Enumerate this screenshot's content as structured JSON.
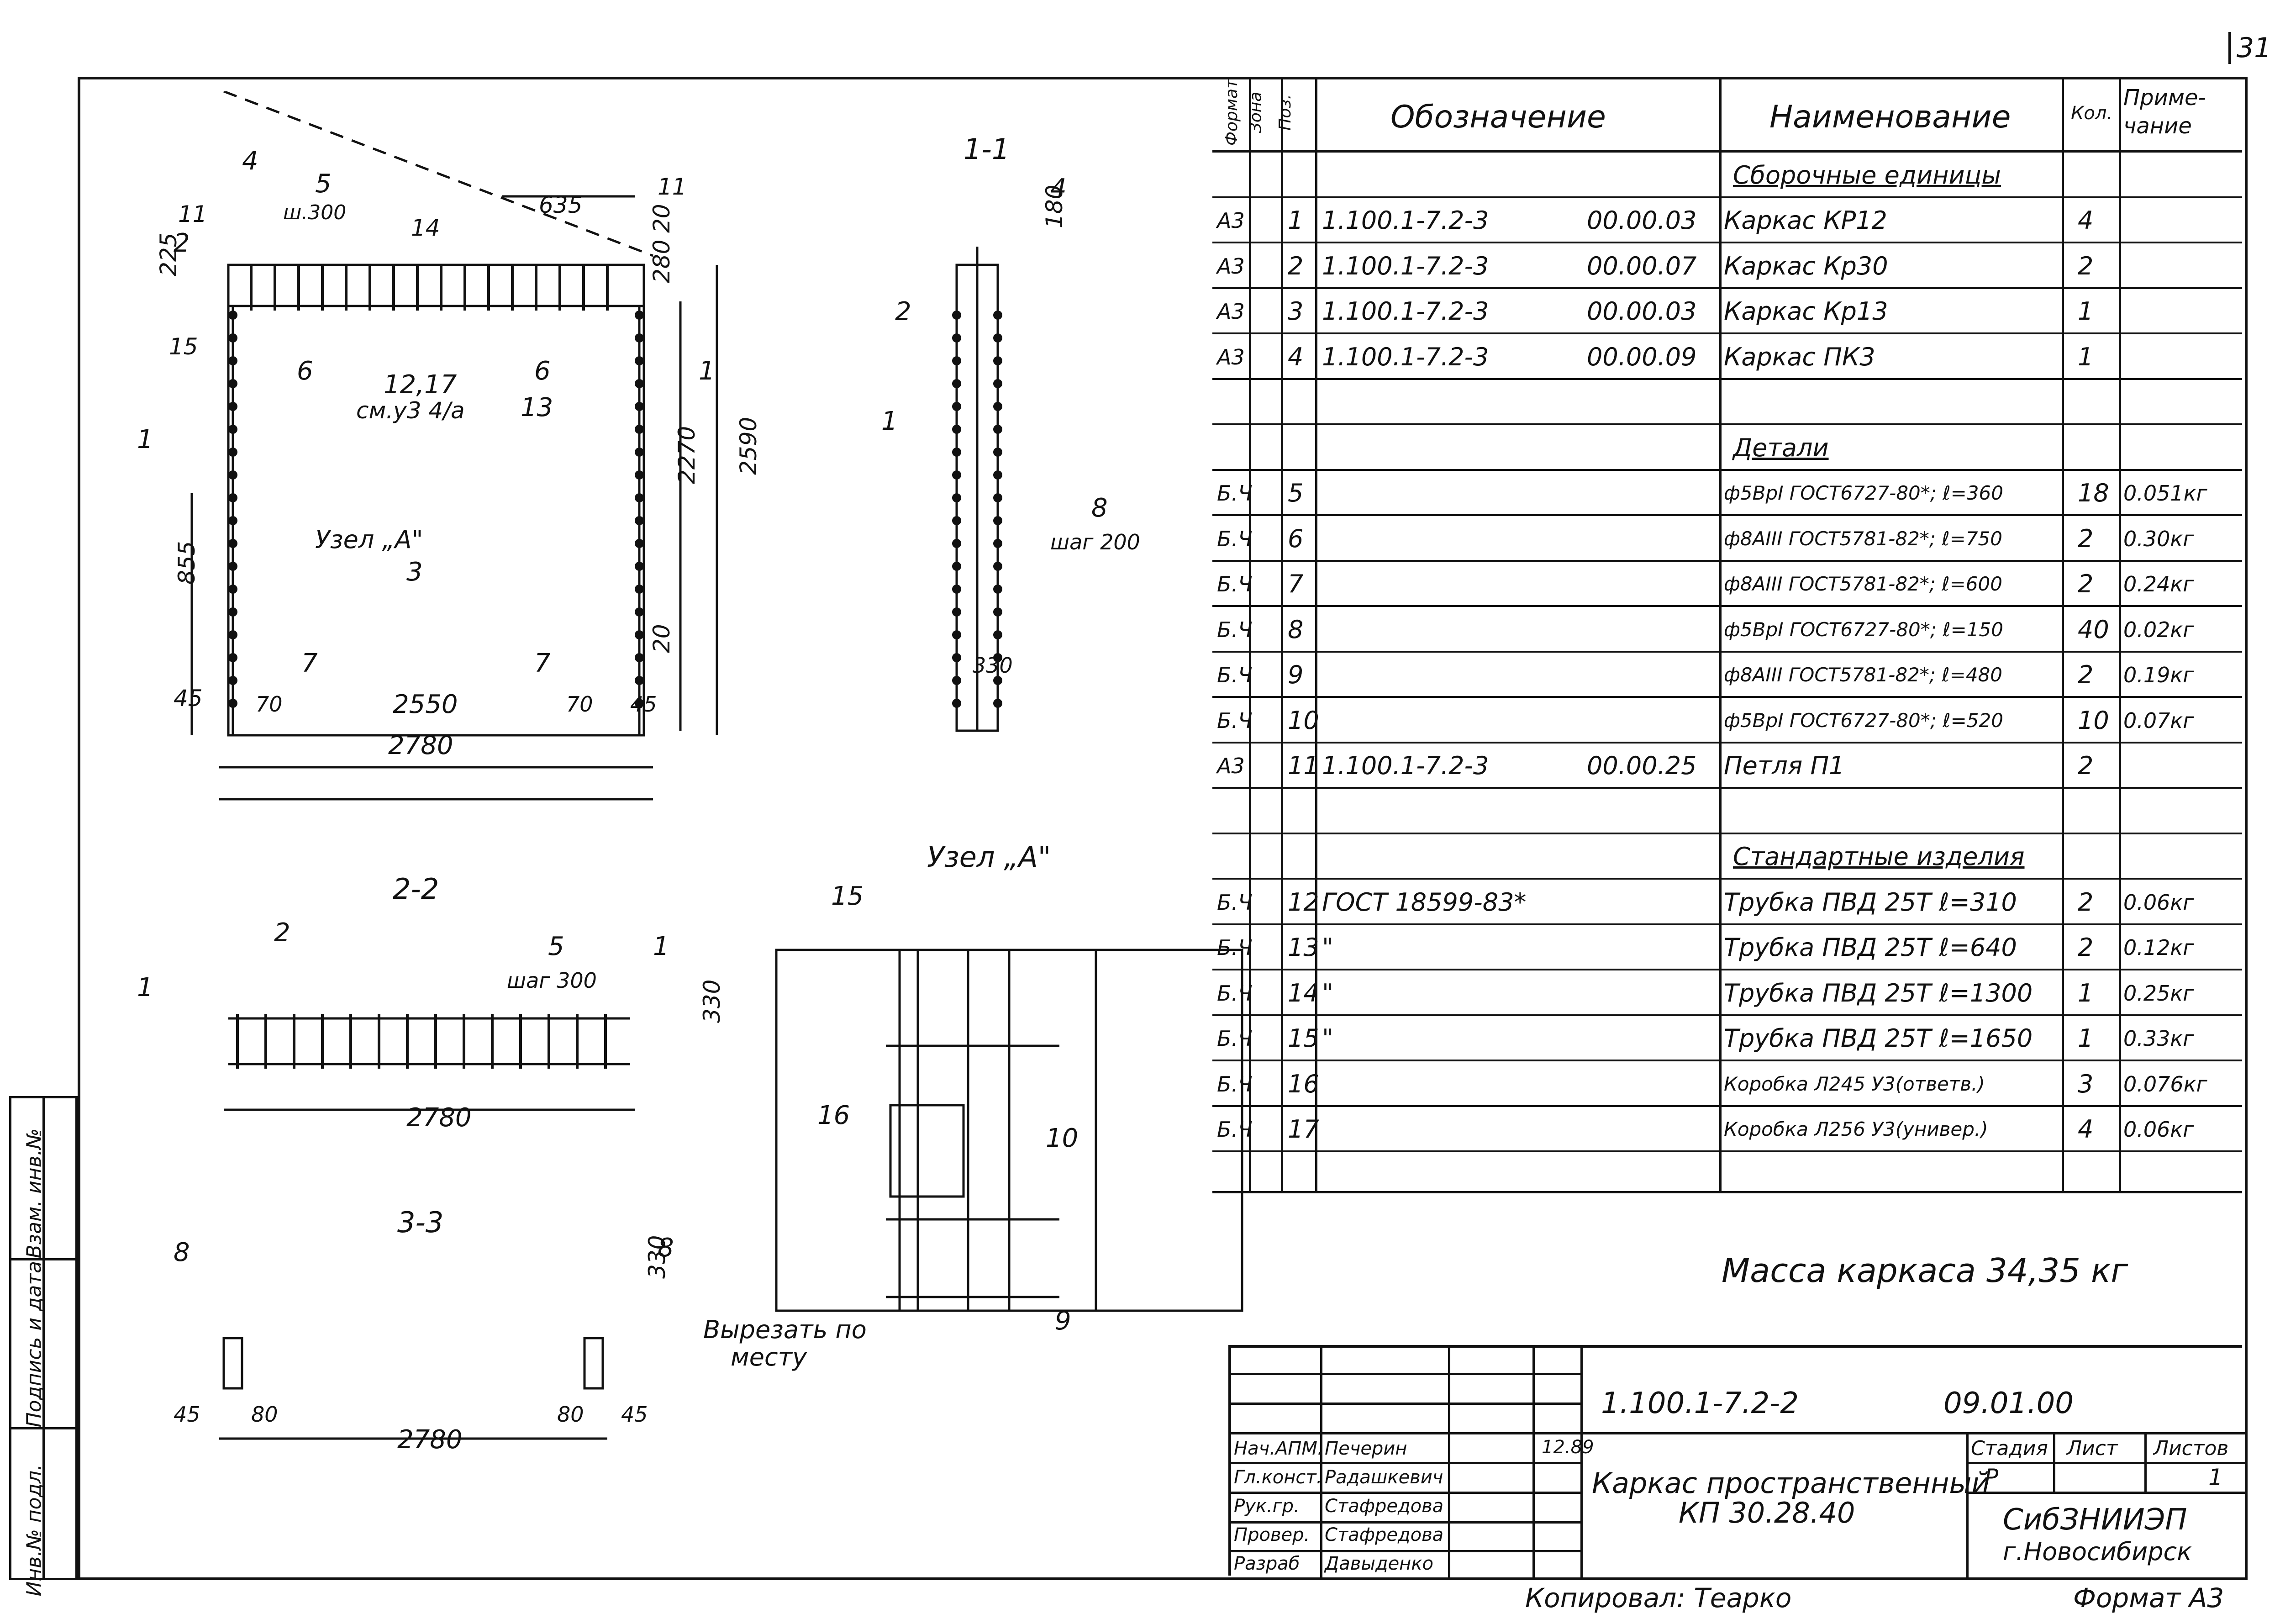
{
  "page_number": "31",
  "spec_headers": {
    "format": "Формат",
    "zone": "Зона",
    "pos": "Поз.",
    "designation": "Обозначение",
    "name": "Наименование",
    "qty": "Кол.",
    "note": "Приме-чание"
  },
  "spec_rows": [
    {
      "f": "",
      "z": "",
      "p": "",
      "d1": "",
      "d2": "",
      "name": "Сборочные единицы",
      "q": "",
      "n": ""
    },
    {
      "f": "А3",
      "z": "",
      "p": "1",
      "d1": "1.100.1-7.2-3",
      "d2": "00.00.03",
      "name": "Каркас КР12",
      "q": "4",
      "n": ""
    },
    {
      "f": "А3",
      "z": "",
      "p": "2",
      "d1": "1.100.1-7.2-3",
      "d2": "00.00.07",
      "name": "Каркас Кр30",
      "q": "2",
      "n": ""
    },
    {
      "f": "А3",
      "z": "",
      "p": "3",
      "d1": "1.100.1-7.2-3",
      "d2": "00.00.03",
      "name": "Каркас Кр13",
      "q": "1",
      "n": ""
    },
    {
      "f": "А3",
      "z": "",
      "p": "4",
      "d1": "1.100.1-7.2-3",
      "d2": "00.00.09",
      "name": "Каркас ПК3",
      "q": "1",
      "n": ""
    },
    {
      "f": "",
      "z": "",
      "p": "",
      "d1": "",
      "d2": "",
      "name": "",
      "q": "",
      "n": ""
    },
    {
      "f": "",
      "z": "",
      "p": "",
      "d1": "",
      "d2": "",
      "name": "Детали",
      "q": "",
      "n": ""
    },
    {
      "f": "Б.Ч",
      "z": "",
      "p": "5",
      "d1": "",
      "d2": "",
      "name": "ф5ВрI ГОСТ6727-80*; ℓ=360",
      "q": "18",
      "n": "0.051кг"
    },
    {
      "f": "Б.Ч",
      "z": "",
      "p": "6",
      "d1": "",
      "d2": "",
      "name": "ф8АIII ГОСТ5781-82*; ℓ=750",
      "q": "2",
      "n": "0.30кг"
    },
    {
      "f": "Б.Ч",
      "z": "",
      "p": "7",
      "d1": "",
      "d2": "",
      "name": "ф8АIII ГОСТ5781-82*; ℓ=600",
      "q": "2",
      "n": "0.24кг"
    },
    {
      "f": "Б.Ч",
      "z": "",
      "p": "8",
      "d1": "",
      "d2": "",
      "name": "ф5ВрI ГОСТ6727-80*; ℓ=150",
      "q": "40",
      "n": "0.02кг"
    },
    {
      "f": "Б.Ч",
      "z": "",
      "p": "9",
      "d1": "",
      "d2": "",
      "name": "ф8АIII ГОСТ5781-82*; ℓ=480",
      "q": "2",
      "n": "0.19кг"
    },
    {
      "f": "Б.Ч",
      "z": "",
      "p": "10",
      "d1": "",
      "d2": "",
      "name": "ф5ВрI ГОСТ6727-80*; ℓ=520",
      "q": "10",
      "n": "0.07кг"
    },
    {
      "f": "А3",
      "z": "",
      "p": "11",
      "d1": "1.100.1-7.2-3",
      "d2": "00.00.25",
      "name": "Петля П1",
      "q": "2",
      "n": ""
    },
    {
      "f": "",
      "z": "",
      "p": "",
      "d1": "",
      "d2": "",
      "name": "",
      "q": "",
      "n": ""
    },
    {
      "f": "",
      "z": "",
      "p": "",
      "d1": "",
      "d2": "",
      "name": "Стандартные изделия",
      "q": "",
      "n": ""
    },
    {
      "f": "Б.Ч",
      "z": "",
      "p": "12",
      "d1": "ГОСТ 18599-83*",
      "d2": "",
      "name": "Трубка ПВД 25Т ℓ=310",
      "q": "2",
      "n": "0.06кг"
    },
    {
      "f": "Б.Ч",
      "z": "",
      "p": "13",
      "d1": "\"",
      "d2": "",
      "name": "Трубка ПВД 25Т ℓ=640",
      "q": "2",
      "n": "0.12кг"
    },
    {
      "f": "Б.Ч",
      "z": "",
      "p": "14",
      "d1": "\"",
      "d2": "",
      "name": "Трубка ПВД 25Т ℓ=1300",
      "q": "1",
      "n": "0.25кг"
    },
    {
      "f": "Б.Ч",
      "z": "",
      "p": "15",
      "d1": "\"",
      "d2": "",
      "name": "Трубка ПВД 25Т ℓ=1650",
      "q": "1",
      "n": "0.33кг"
    },
    {
      "f": "Б.Ч",
      "z": "",
      "p": "16",
      "d1": "",
      "d2": "",
      "name": "Коробка Л245 У3(ответв.)",
      "q": "3",
      "n": "0.076кг"
    },
    {
      "f": "Б.Ч",
      "z": "",
      "p": "17",
      "d1": "",
      "d2": "",
      "name": "Коробка Л256 У3(универ.)",
      "q": "4",
      "n": "0.06кг"
    }
  ],
  "mass_text": "Масса каркаса 34,35 кг",
  "title_block": {
    "doc_code": "1.100.1-7.2-2",
    "doc_code_suffix": "09.01.00",
    "title_line1": "Каркас пространственный",
    "title_line2": "КП 30.28.40",
    "stage_label": "Стадия",
    "sheet_label": "Лист",
    "sheets_label": "Листов",
    "stage": "Р",
    "sheet": "",
    "sheets": "1",
    "org1": "СибЗНИИЭП",
    "org2": "г.Новосибирск",
    "date": "12.89",
    "roles": [
      {
        "role": "Нач.АПМ.",
        "name": "Печерин"
      },
      {
        "role": "Гл.конст.",
        "name": "Радашкевич"
      },
      {
        "role": "Рук.гр.",
        "name": "Стафредова"
      },
      {
        "role": "Провер.",
        "name": "Стафредова"
      },
      {
        "role": "Разраб",
        "name": "Давыденко"
      }
    ]
  },
  "footer": {
    "copied": "Копировал: Теарко",
    "format": "Формат А3"
  },
  "side_stamp": [
    "Инв.№ подл.",
    "Подпись и дата",
    "Взам. инв.№"
  ],
  "drawing_labels": {
    "sec11": "1-1",
    "sec22": "2-2",
    "sec33": "3-3",
    "node": "Узел „А\"",
    "node_a": "Узел „А\"",
    "cut_note1": "Вырезать по",
    "cut_note2": "месту",
    "see_note": "см.у3 4/а",
    "step300": "шаг 300",
    "sh300": "ш.300",
    "step200": "шаг 200",
    "d2780": "2780",
    "d2550": "2550",
    "d2590": "2590",
    "d2270": "2270",
    "d855": "855",
    "d635": "635",
    "d330": "330",
    "d225": "225",
    "d180": "180",
    "d280": "280",
    "d20": "20",
    "d45": "45",
    "d70": "70",
    "d80": "80",
    "n1": "1",
    "n2": "2",
    "n3": "3",
    "n4": "4",
    "n5": "5",
    "n6": "6",
    "n7": "7",
    "n8": "8",
    "n9": "9",
    "n10": "10",
    "n11": "11",
    "n12_17": "12,17",
    "n13": "13",
    "n14": "14",
    "n15": "15",
    "n16": "16"
  }
}
